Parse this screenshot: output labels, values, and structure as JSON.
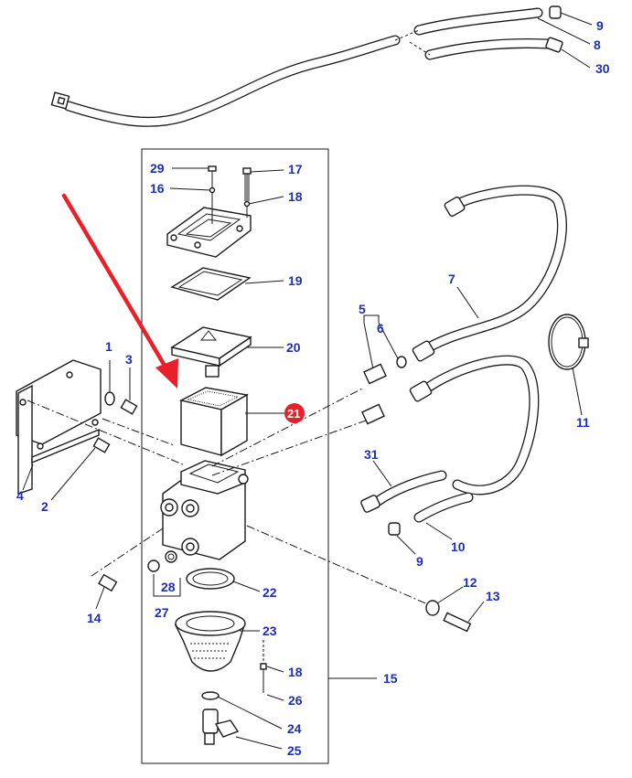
{
  "colors": {
    "label": "#1f2fb3",
    "highlight": "#e8202a",
    "arrow": "#e8202a",
    "line": "#1a1a1a"
  },
  "highlighted_part": "21",
  "labels": {
    "p1": "1",
    "p2": "2",
    "p3": "3",
    "p4": "4",
    "p5": "5",
    "p6": "6",
    "p7": "7",
    "p8": "8",
    "p9a": "9",
    "p9b": "9",
    "p10": "10",
    "p11": "11",
    "p12": "12",
    "p13": "13",
    "p14": "14",
    "p15": "15",
    "p16": "16",
    "p17": "17",
    "p18a": "18",
    "p18b": "18",
    "p19": "19",
    "p20": "20",
    "p21": "21",
    "p22": "22",
    "p23": "23",
    "p24": "24",
    "p25": "25",
    "p26": "26",
    "p27": "27",
    "p28": "28",
    "p29": "29",
    "p30": "30",
    "p31": "31"
  }
}
